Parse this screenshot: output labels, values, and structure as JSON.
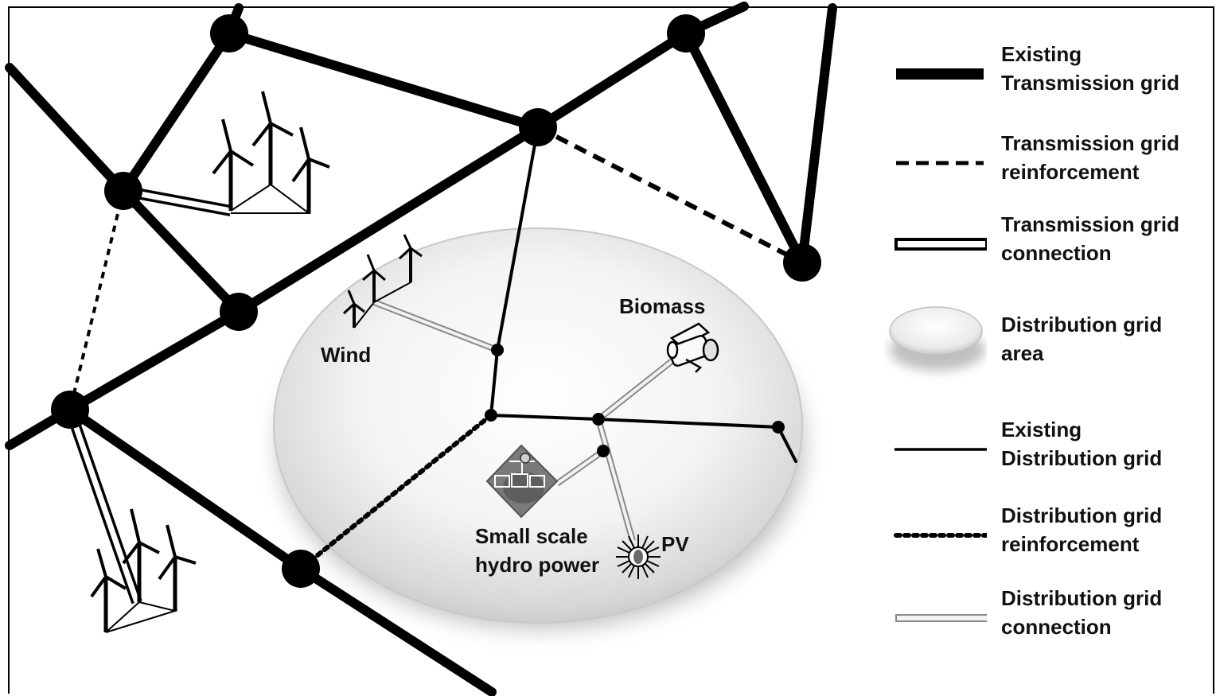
{
  "labels": {
    "wind": "Wind",
    "biomass": "Biomass",
    "hydro_line1": "Small scale",
    "hydro_line2": "hydro power",
    "pv": "PV"
  },
  "legend": [
    {
      "key": "existing-transmission",
      "line1": "Existing",
      "line2": "Transmission grid"
    },
    {
      "key": "transmission-reinforcement",
      "line1": "Transmission grid",
      "line2": "reinforcement"
    },
    {
      "key": "transmission-connection",
      "line1": "Transmission grid",
      "line2": "connection"
    },
    {
      "key": "distribution-area",
      "line1": "Distribution grid",
      "line2": "area"
    },
    {
      "key": "existing-distribution",
      "line1": "Existing",
      "line2": "Distribution grid"
    },
    {
      "key": "distribution-reinforcement",
      "line1": "Distribution grid",
      "line2": "reinforcement"
    },
    {
      "key": "distribution-connection",
      "line1": "Distribution grid",
      "line2": "connection"
    }
  ],
  "colors": {
    "line": "#000000",
    "area_light": "#ffffff",
    "area_dark": "#b8b8b8",
    "connection_fill": "#f2f2f2"
  }
}
